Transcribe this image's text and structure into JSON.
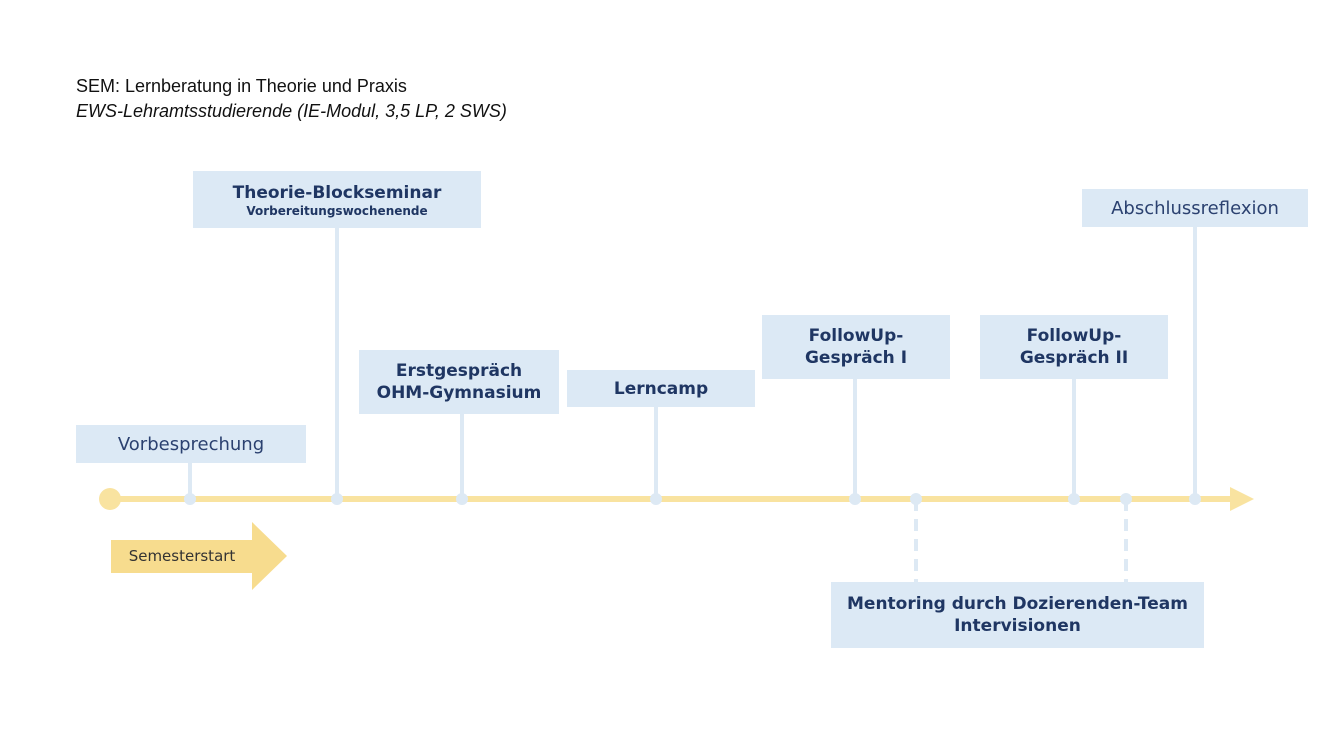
{
  "header": {
    "title": "SEM: Lernberatung  in Theorie und Praxis",
    "subtitle": "EWS-Lehramtsstudierende  (IE-Modul,  3,5 LP,  2 SWS)"
  },
  "colors": {
    "timeline": "#f9e3a0",
    "arrow": "#f7dc8e",
    "box_fill": "#dce9f5",
    "connector": "#dde9f4",
    "text_dark_blue": "#1f3663"
  },
  "milestones": {
    "vorbesprechung": "Vorbesprechung",
    "theorie_title": "Theorie-Blockseminar",
    "theorie_sub": "Vorbereitungswochenende",
    "erstgespraech": "Erstgespräch\nOHM-Gymnasium",
    "lerncamp": "Lerncamp",
    "followup1": "FollowUp-\nGespräch  I",
    "followup2": "FollowUp-\nGespräch  II",
    "abschluss": "Abschlussreflexion",
    "mentoring": "Mentoring durch Dozierenden-Team\nIntervisionen"
  },
  "start_label": "Semesterstart"
}
